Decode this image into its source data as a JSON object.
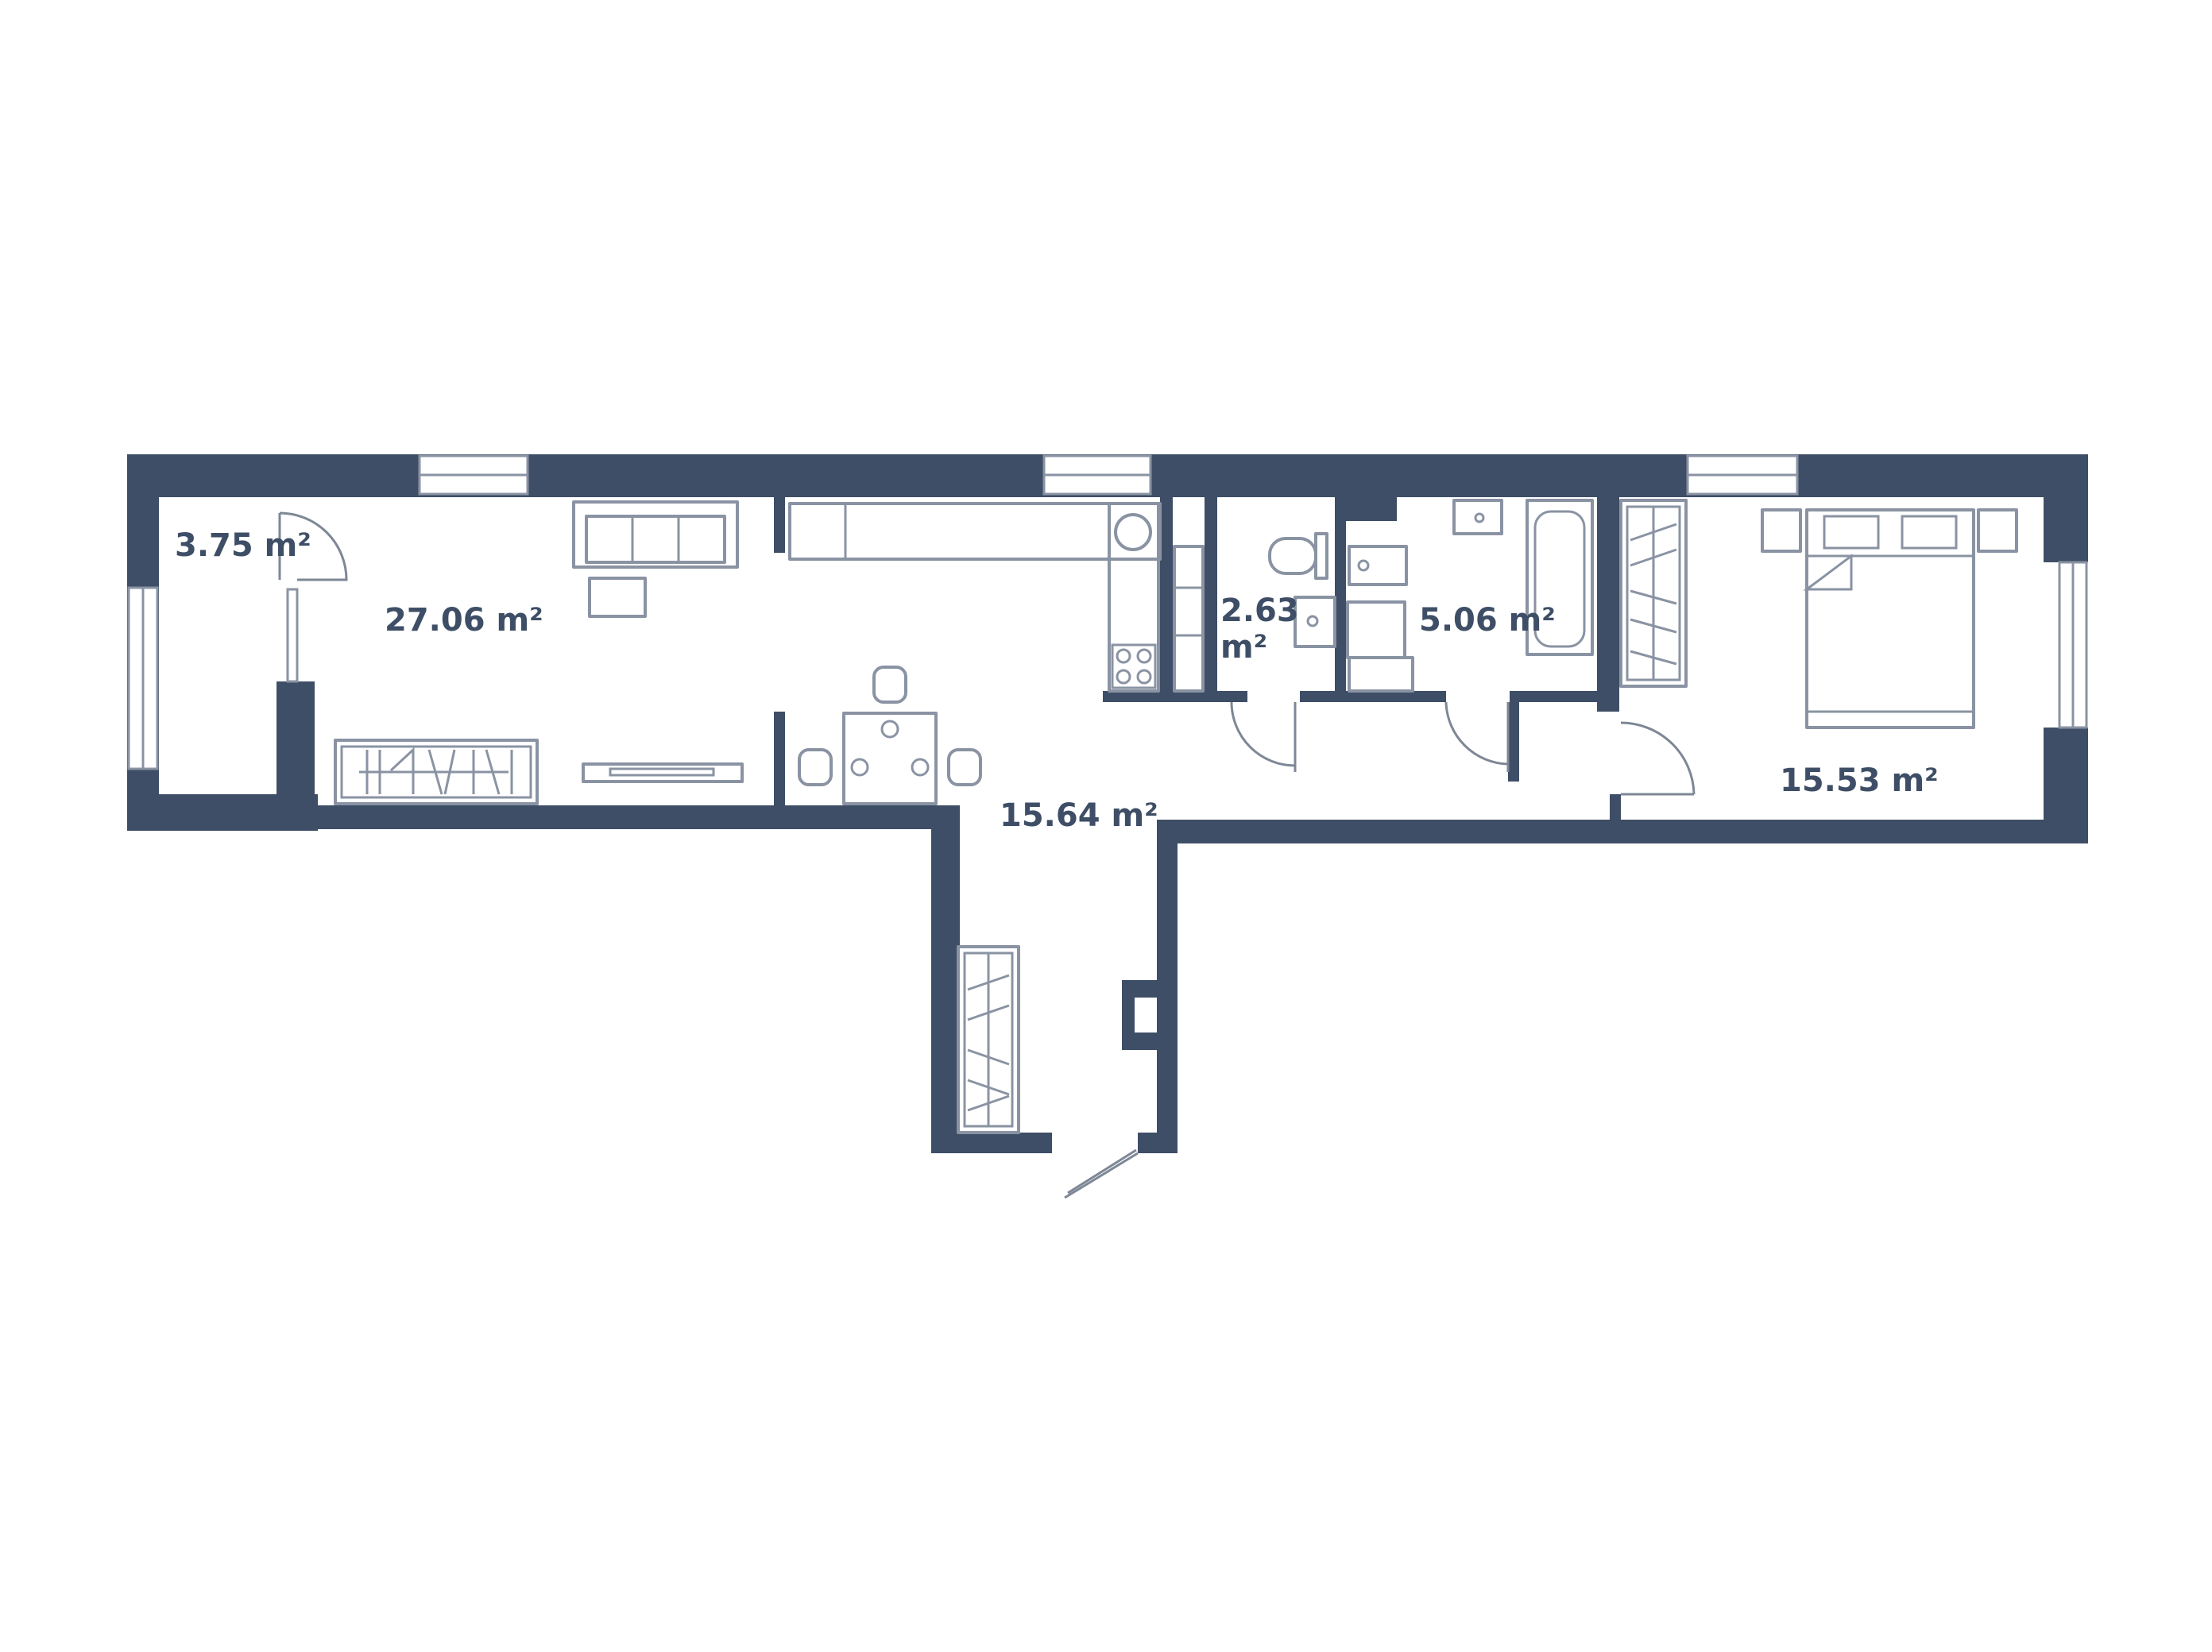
{
  "plan": {
    "rooms": [
      {
        "id": "balcony",
        "area": "3.75 m²"
      },
      {
        "id": "living-room",
        "area": "27.06 m²"
      },
      {
        "id": "toilet",
        "area": "2.63 m²"
      },
      {
        "id": "bathroom",
        "area": "5.06 m²"
      },
      {
        "id": "bedroom",
        "area": "15.53 m²"
      },
      {
        "id": "hallway",
        "area": "15.64 m²"
      }
    ],
    "colors": {
      "wall": "#3e4e66",
      "furniture": "#8a93a3",
      "label": "#3e4e66",
      "background": "#ffffff"
    }
  }
}
